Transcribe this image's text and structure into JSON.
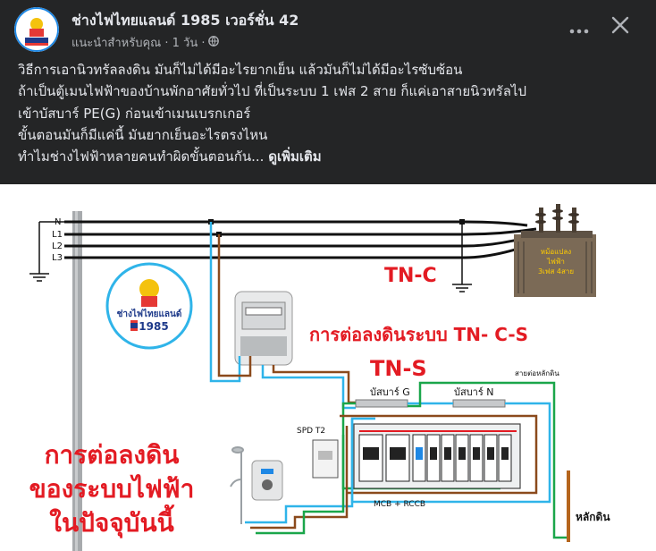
{
  "post": {
    "page_name": "ช่างไฟไทยแลนด์ 1985 เวอร์ชั่น 42",
    "meta": "แนะนำสำหรับคุณ · 1 วัน ·",
    "caption_lines": [
      "วิธีการเอานิวทรัลลงดิน มันก็ไม่ได้มีอะไรยากเย็น แล้วมันก็ไม่ได้มีอะไรซับซ้อน",
      "ถ้าเป็นตู้เมนไฟฟ้าของบ้านพักอาศัยทั่วไป ที่เป็นระบบ 1 เฟส 2 สาย ก็แค่เอาสายนิวทรัลไป",
      "เข้าบัสบาร์ PE(G) ก่อนเข้าเมนเบรกเกอร์",
      "ขั้นตอนมันก็มีแค่นี้ มันยากเย็นอะไรตรงไหน",
      "ทำไมช่างไฟฟ้าหลายคนทำผิดขั้นตอนกัน..."
    ],
    "see_more": "ดูเพิ่มเติม",
    "icons": {
      "globe": "globe-icon",
      "more": "more-horizontal-icon",
      "close": "close-icon"
    }
  },
  "diagram": {
    "line_labels": [
      "N",
      "L1",
      "L2",
      "L3"
    ],
    "tn_c": "TN-C",
    "tn_s": "TN-S",
    "heading": "การต่อลงดินระบบ TN- C-S",
    "transformer_label_1": "หม้อแปลง",
    "transformer_label_2": "ไฟฟ้า",
    "transformer_label_3": "3เฟส 4สาย",
    "logo_text": "ช่างไฟไทยแลนด์",
    "logo_year": "1985",
    "busbar_g": "บัสบาร์ G",
    "busbar_n": "บัสบาร์ N",
    "ground_wire": "สายต่อหลักดิน",
    "spd": "SPD T2",
    "mcb_rccb": "MCB + RCCB",
    "ground_rod": "หลักดิน",
    "big_text": [
      "การต่อลงดิน",
      "ของระบบไฟฟ้า",
      "ในปัจจุบันนี้"
    ],
    "colors": {
      "red_text": "#e31b23",
      "cyan_wire": "#2fb4e9",
      "green_wire": "#1aa64a",
      "brown_wire": "#8b4a1c"
    }
  }
}
